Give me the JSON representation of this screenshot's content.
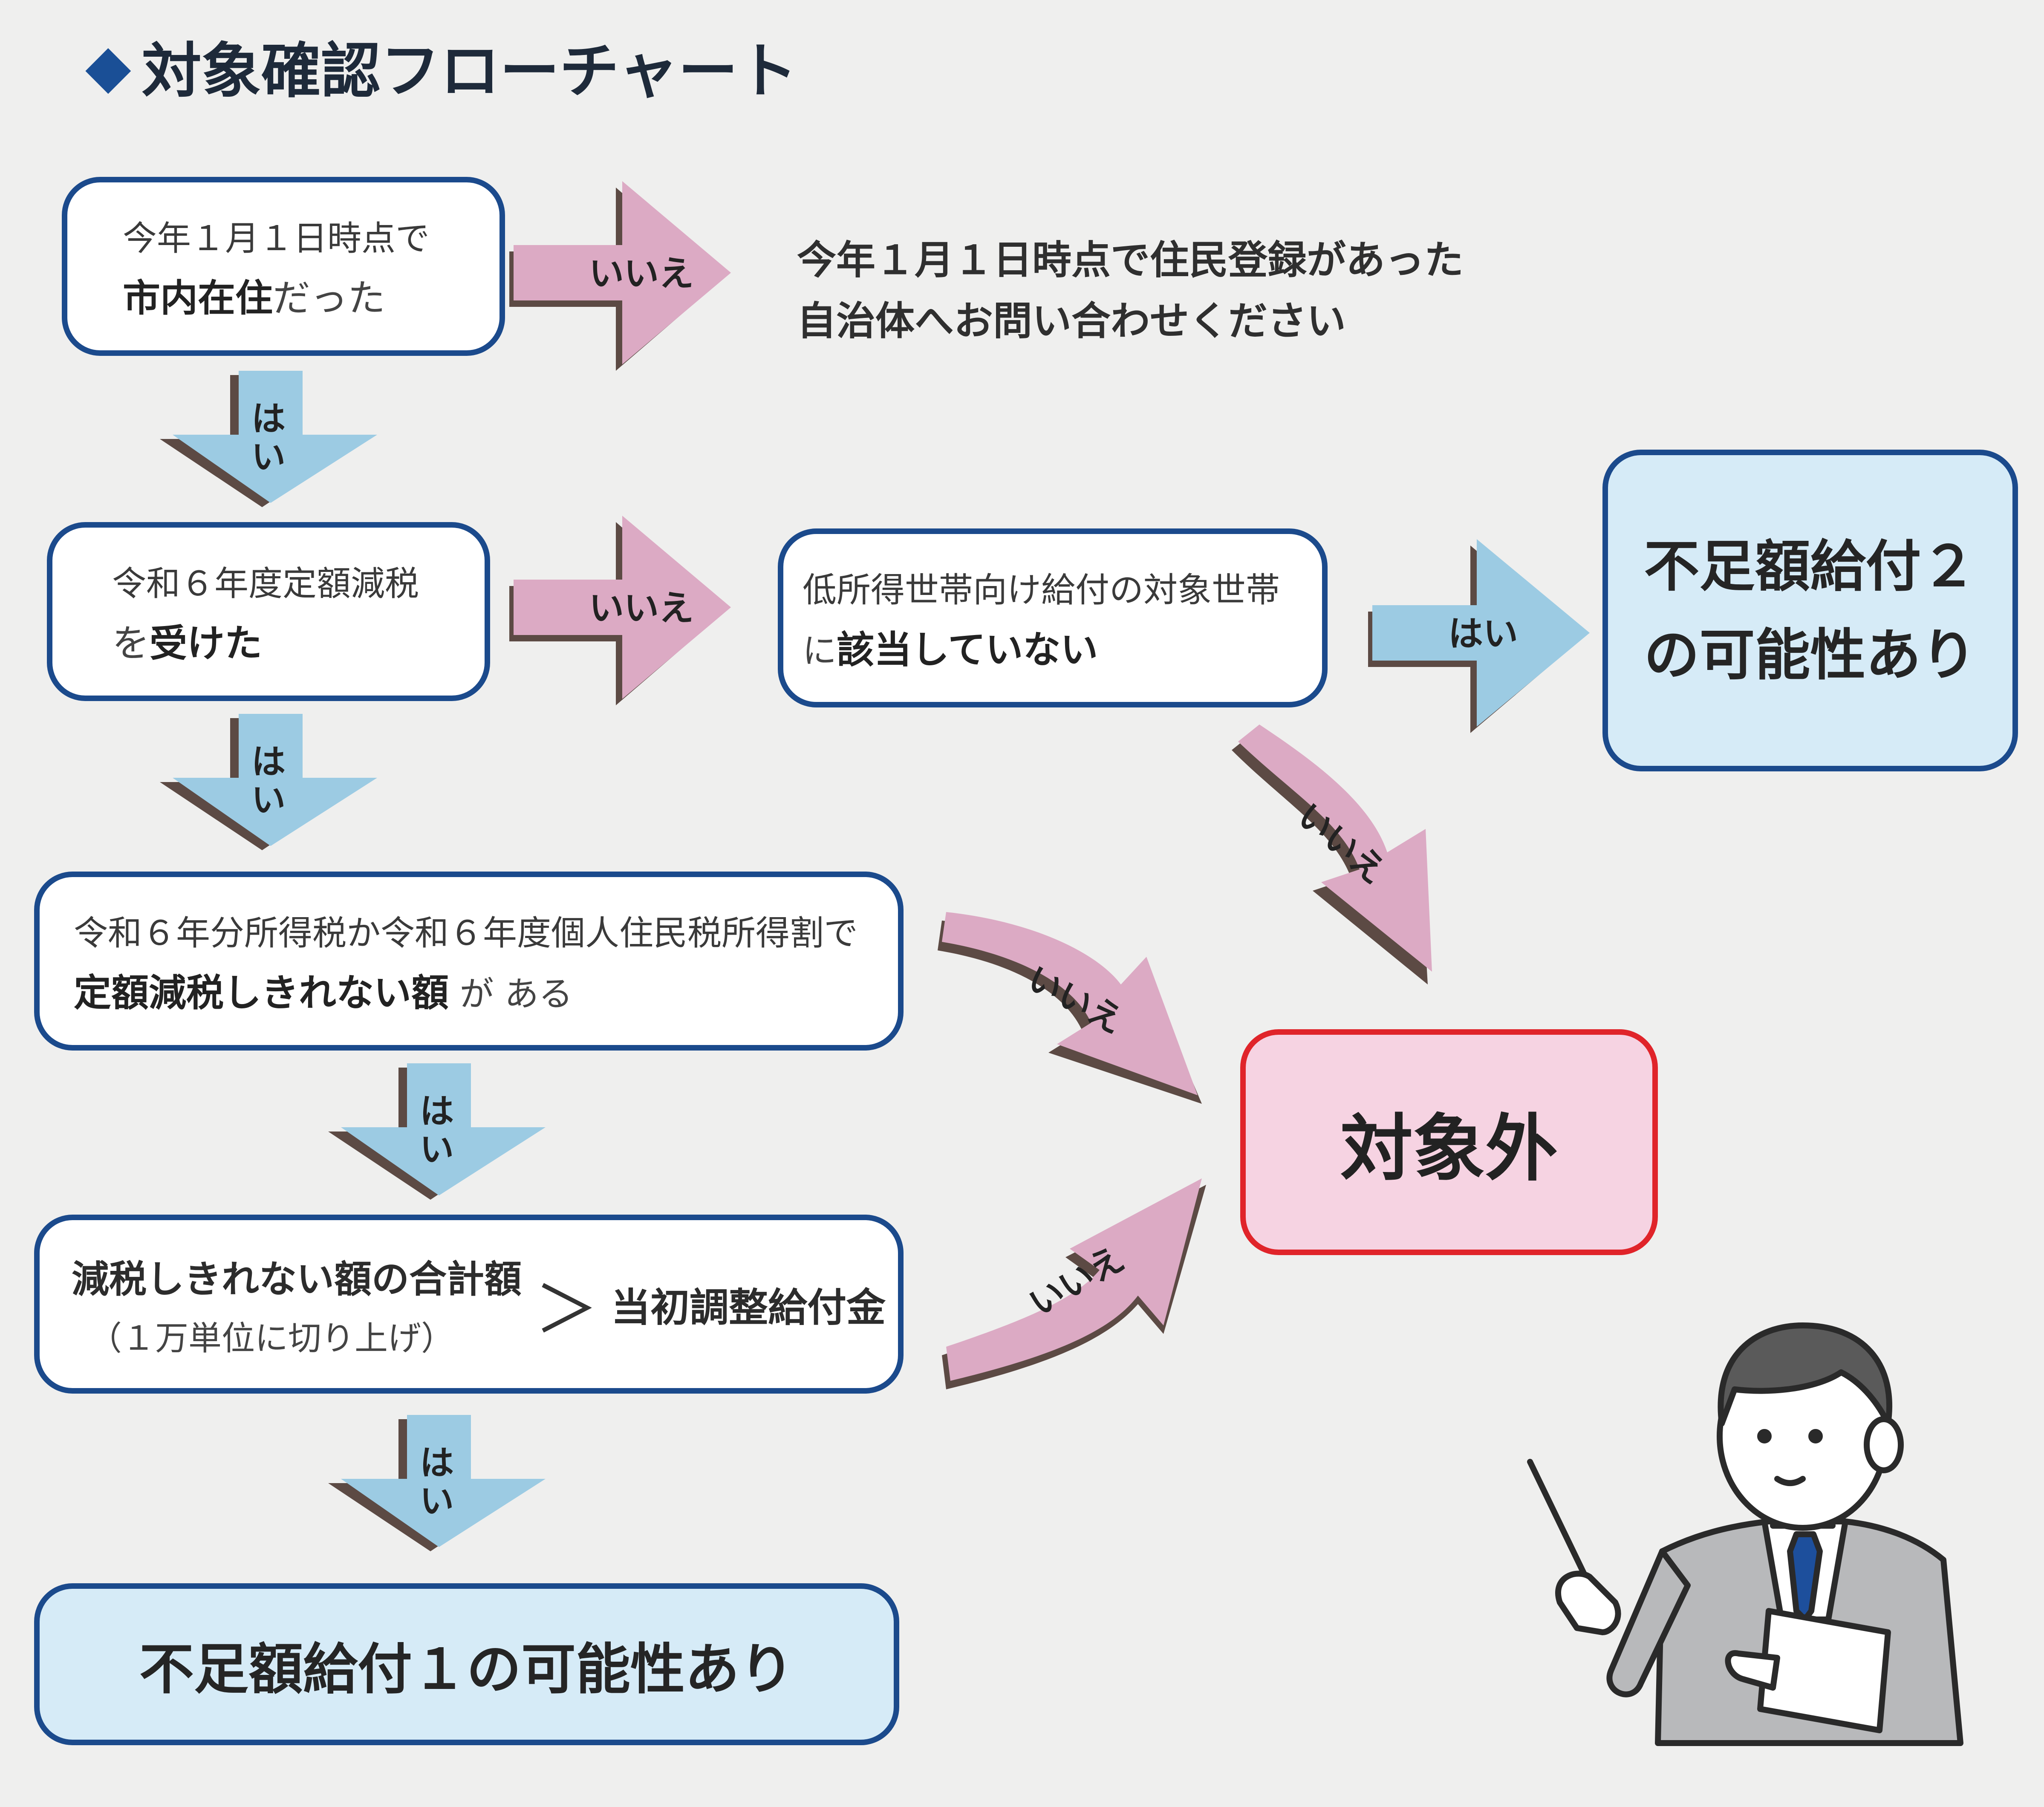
{
  "title": "対象確認フローチャート",
  "title_icon": "diamond-icon",
  "boxes": {
    "q1": {
      "line1": "今年１月１日時点で",
      "bold": "市内在住",
      "rest": "だった"
    },
    "q2": {
      "line1": "令和６年度定額減税",
      "pre": "を",
      "bold": "受けた"
    },
    "q3": {
      "line1": "令和６年分所得税か令和６年度個人住民税所得割で",
      "bold": "定額減税しきれない額",
      "rest": " が ある"
    },
    "q4": {
      "bold": "減税しきれない額の合計額",
      "sub": "（１万単位に切り上げ）",
      "gt": "＞",
      "right": "当初調整給付金"
    },
    "q5": {
      "line1": "低所得世帯向け給付の対象世帯",
      "pre": "に",
      "bold": "該当していない"
    }
  },
  "results": {
    "r1": "不足額給付１の可能性あり",
    "r2_line1": "不足額給付２",
    "r2_line2": "の可能性あり",
    "out": "対象外"
  },
  "message": {
    "line1": "今年１月１日時点で住民登録があった",
    "line2": "自治体へお問い合わせください"
  },
  "labels": {
    "yes_a": "は",
    "yes_b": "い",
    "no": "いいえ",
    "yes": "はい"
  },
  "colors": {
    "border": "#1b4a8c",
    "yes_arrow": "#9ccbe3",
    "no_arrow": "#dcaac4",
    "red": "#e0242a",
    "result_blue": "#d6ebf7",
    "result_pink": "#f6d3e2"
  }
}
